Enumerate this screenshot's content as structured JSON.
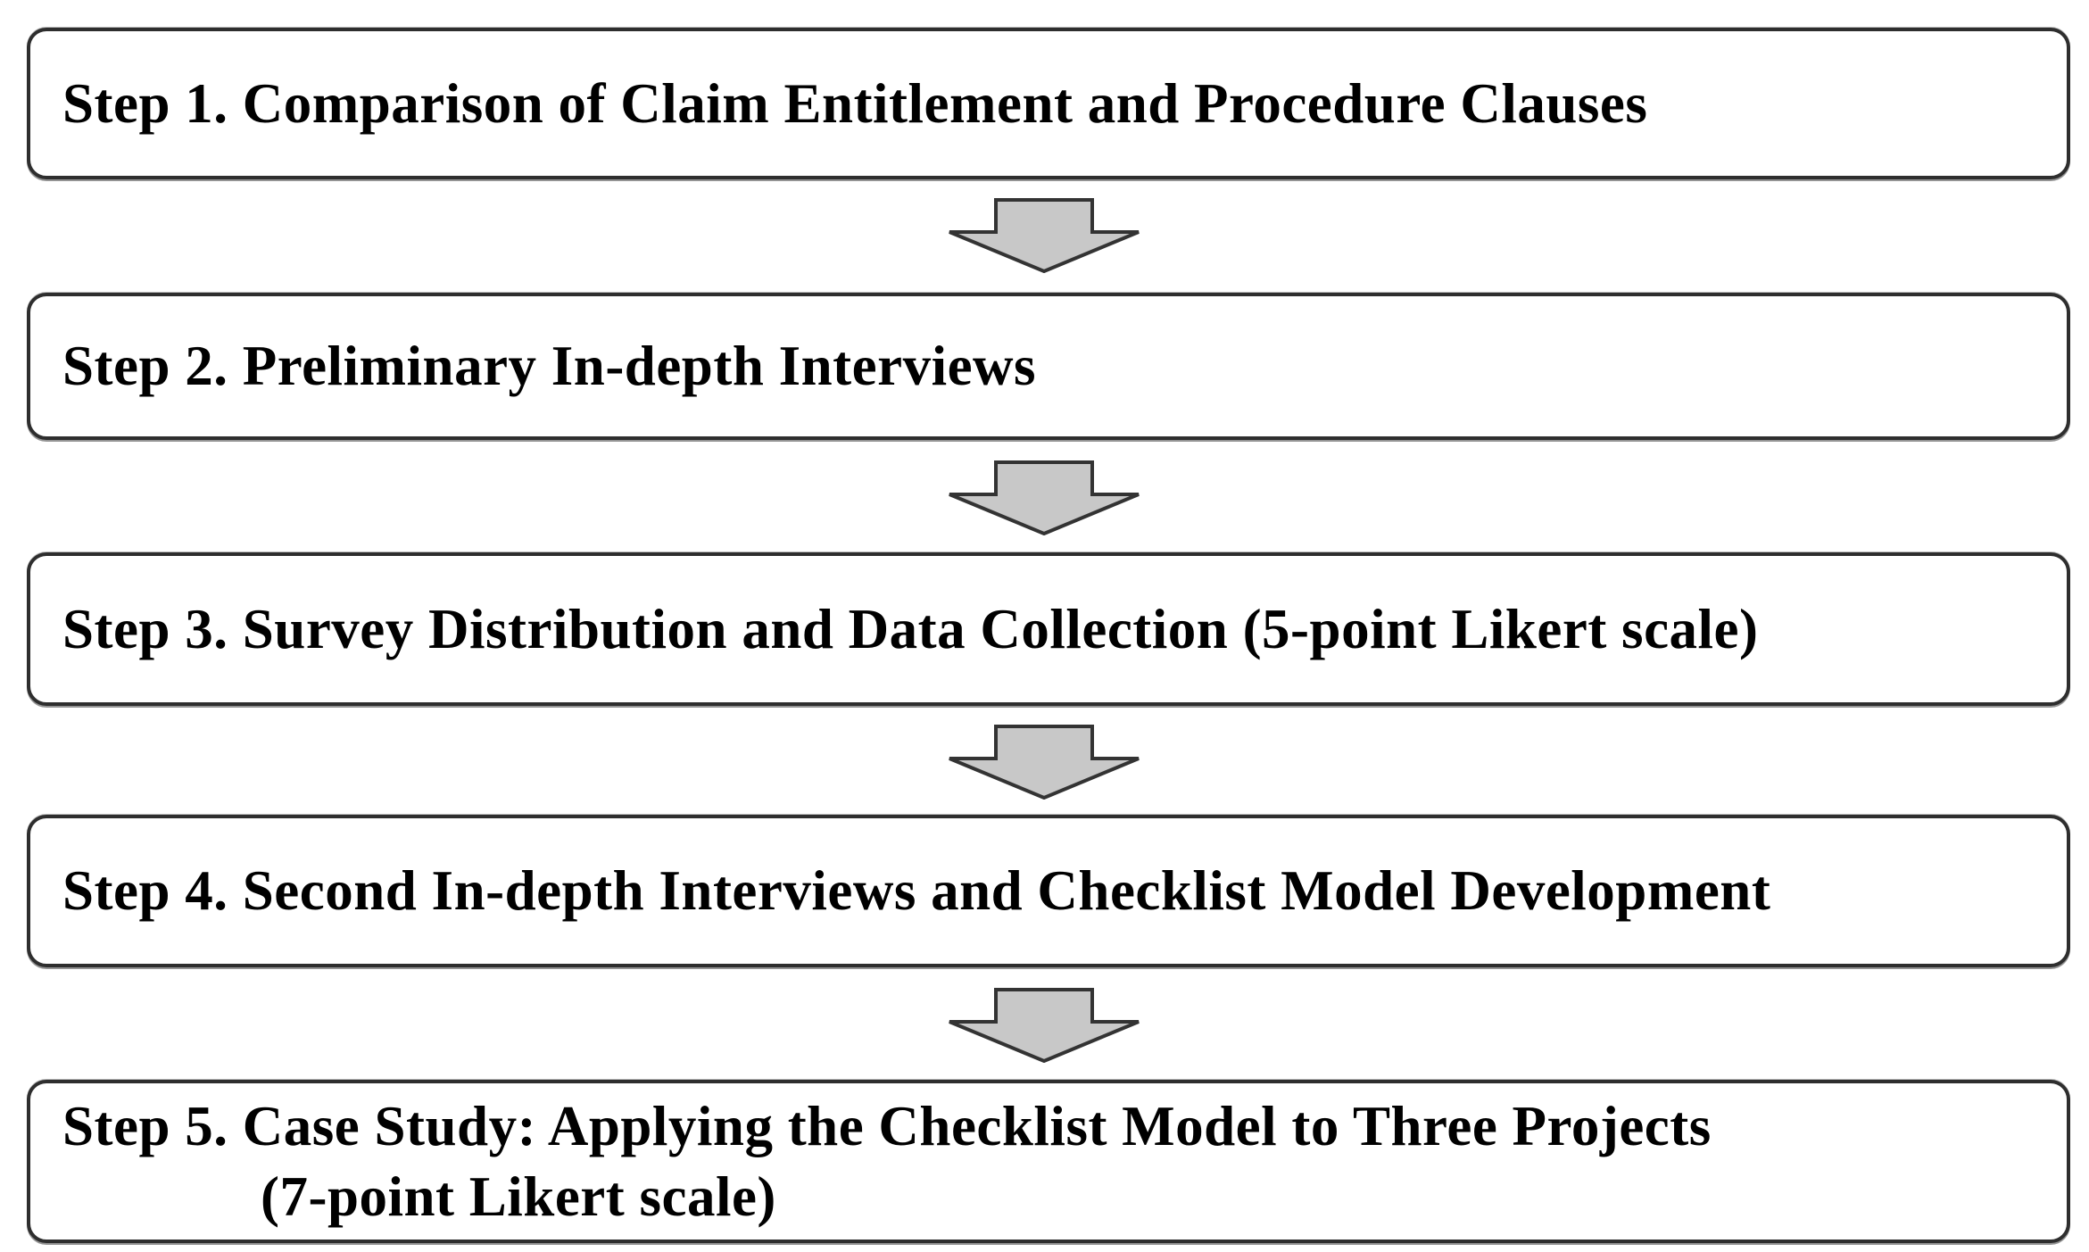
{
  "diagram": {
    "type": "flowchart",
    "direction": "top-to-bottom",
    "steps": [
      {
        "label": "Step 1. Comparison of Claim Entitlement and Procedure Clauses"
      },
      {
        "label": "Step 2. Preliminary In-depth Interviews"
      },
      {
        "label": "Step 3. Survey Distribution and Data Collection (5-point Likert scale)"
      },
      {
        "label": "Step 4. Second In-depth Interviews and Checklist Model Development"
      },
      {
        "label": "Step 5. Case Study: Applying the Checklist Model to Three Projects",
        "label2": "(7-point Likert scale)"
      }
    ],
    "connectors": [
      {
        "from": "Step 1",
        "to": "Step 2",
        "shape": "block-down-arrow"
      },
      {
        "from": "Step 2",
        "to": "Step 3",
        "shape": "block-down-arrow"
      },
      {
        "from": "Step 3",
        "to": "Step 4",
        "shape": "block-down-arrow"
      },
      {
        "from": "Step 4",
        "to": "Step 5",
        "shape": "block-down-arrow"
      }
    ],
    "colors": {
      "background": "#ffffff",
      "box_fill": "#ffffff",
      "box_border": "#2e2e2e",
      "text": "#000000",
      "arrow_fill": "#c8c8c8",
      "arrow_stroke": "#333333"
    }
  }
}
